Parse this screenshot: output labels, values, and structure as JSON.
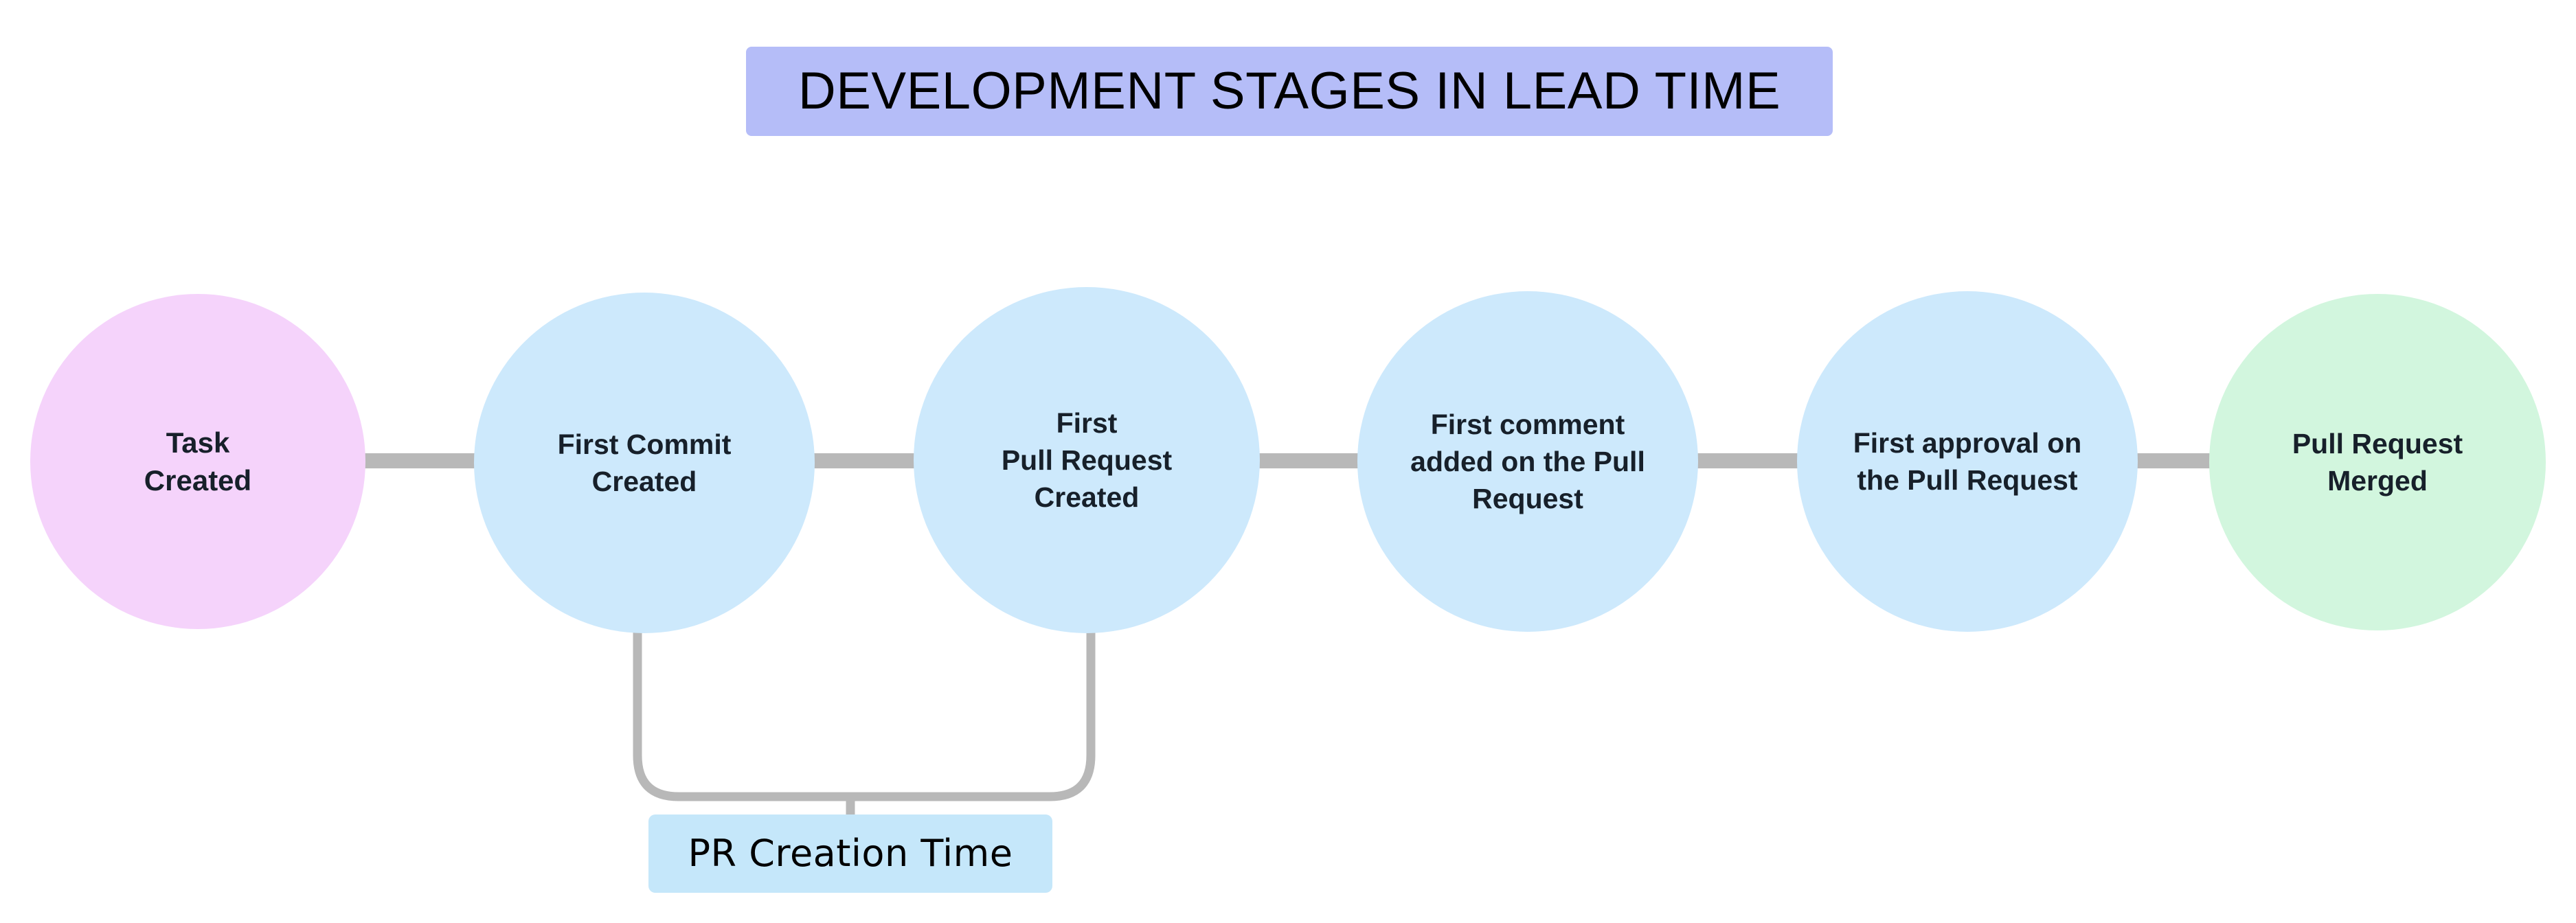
{
  "title": {
    "text": "DEVELOPMENT STAGES IN LEAD TIME",
    "background_color": "#b5bdf8",
    "text_color": "#000000"
  },
  "colors": {
    "page_background": "#ffffff",
    "node_pink": "#f5d3fb",
    "node_blue": "#cde9fc",
    "node_green": "#d2f6de",
    "connector_gray": "#b8b8b8",
    "node_text": "#17202a",
    "bracket_label_background": "#c5e7fa"
  },
  "diagram": {
    "type": "flowchart",
    "orientation": "left-to-right",
    "nodes": [
      {
        "id": "task-created",
        "label": "Task\nCreated",
        "shape": "circle",
        "fill": "#f5d3fb"
      },
      {
        "id": "first-commit",
        "label": "First Commit\nCreated",
        "shape": "circle",
        "fill": "#cde9fc"
      },
      {
        "id": "first-pr",
        "label": "First\nPull Request\nCreated",
        "shape": "circle",
        "fill": "#cde9fc"
      },
      {
        "id": "first-comment",
        "label": "First comment\nadded on the Pull\nRequest",
        "shape": "circle",
        "fill": "#cde9fc"
      },
      {
        "id": "first-approval",
        "label": "First approval on\nthe Pull Request",
        "shape": "circle",
        "fill": "#cde9fc"
      },
      {
        "id": "pr-merged",
        "label": "Pull Request\nMerged",
        "shape": "circle",
        "fill": "#d2f6de"
      }
    ],
    "edges": [
      {
        "from": "task-created",
        "to": "first-commit",
        "style": "solid-bar"
      },
      {
        "from": "first-commit",
        "to": "first-pr",
        "style": "solid-bar"
      },
      {
        "from": "first-pr",
        "to": "first-comment",
        "style": "solid-bar"
      },
      {
        "from": "first-comment",
        "to": "first-approval",
        "style": "solid-bar"
      },
      {
        "from": "first-approval",
        "to": "pr-merged",
        "style": "solid-bar"
      }
    ],
    "annotations": [
      {
        "id": "pr-creation-time",
        "label": "PR Creation Time",
        "spans_from": "first-commit",
        "spans_to": "first-pr",
        "shape": "rounded-rect",
        "fill": "#c5e7fa"
      }
    ]
  }
}
